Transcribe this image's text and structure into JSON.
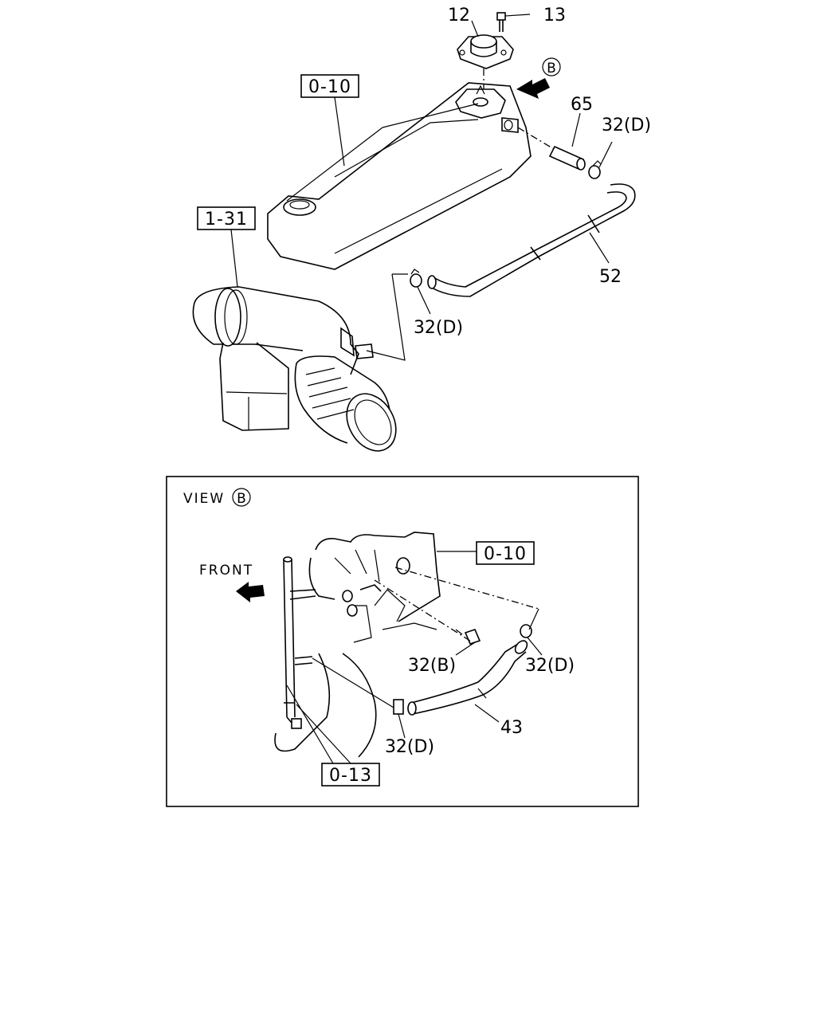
{
  "top_view": {
    "callouts": {
      "p12": "12",
      "p13": "13",
      "p65": "65",
      "p32d_top": "32(D)",
      "p52": "52",
      "p32d_mid": "32(D)"
    },
    "view_marker": "B",
    "refs": {
      "ref_0_10": "0-10",
      "ref_1_31": "1-31"
    }
  },
  "detail_view": {
    "title_prefix": "VIEW",
    "title_marker": "B",
    "front_label": "FRONT",
    "refs": {
      "ref_0_10": "0-10",
      "ref_0_13": "0-13"
    },
    "callouts": {
      "p32b": "32(B)",
      "p32d_right": "32(D)",
      "p43": "43",
      "p32d_bottom": "32(D)"
    }
  }
}
